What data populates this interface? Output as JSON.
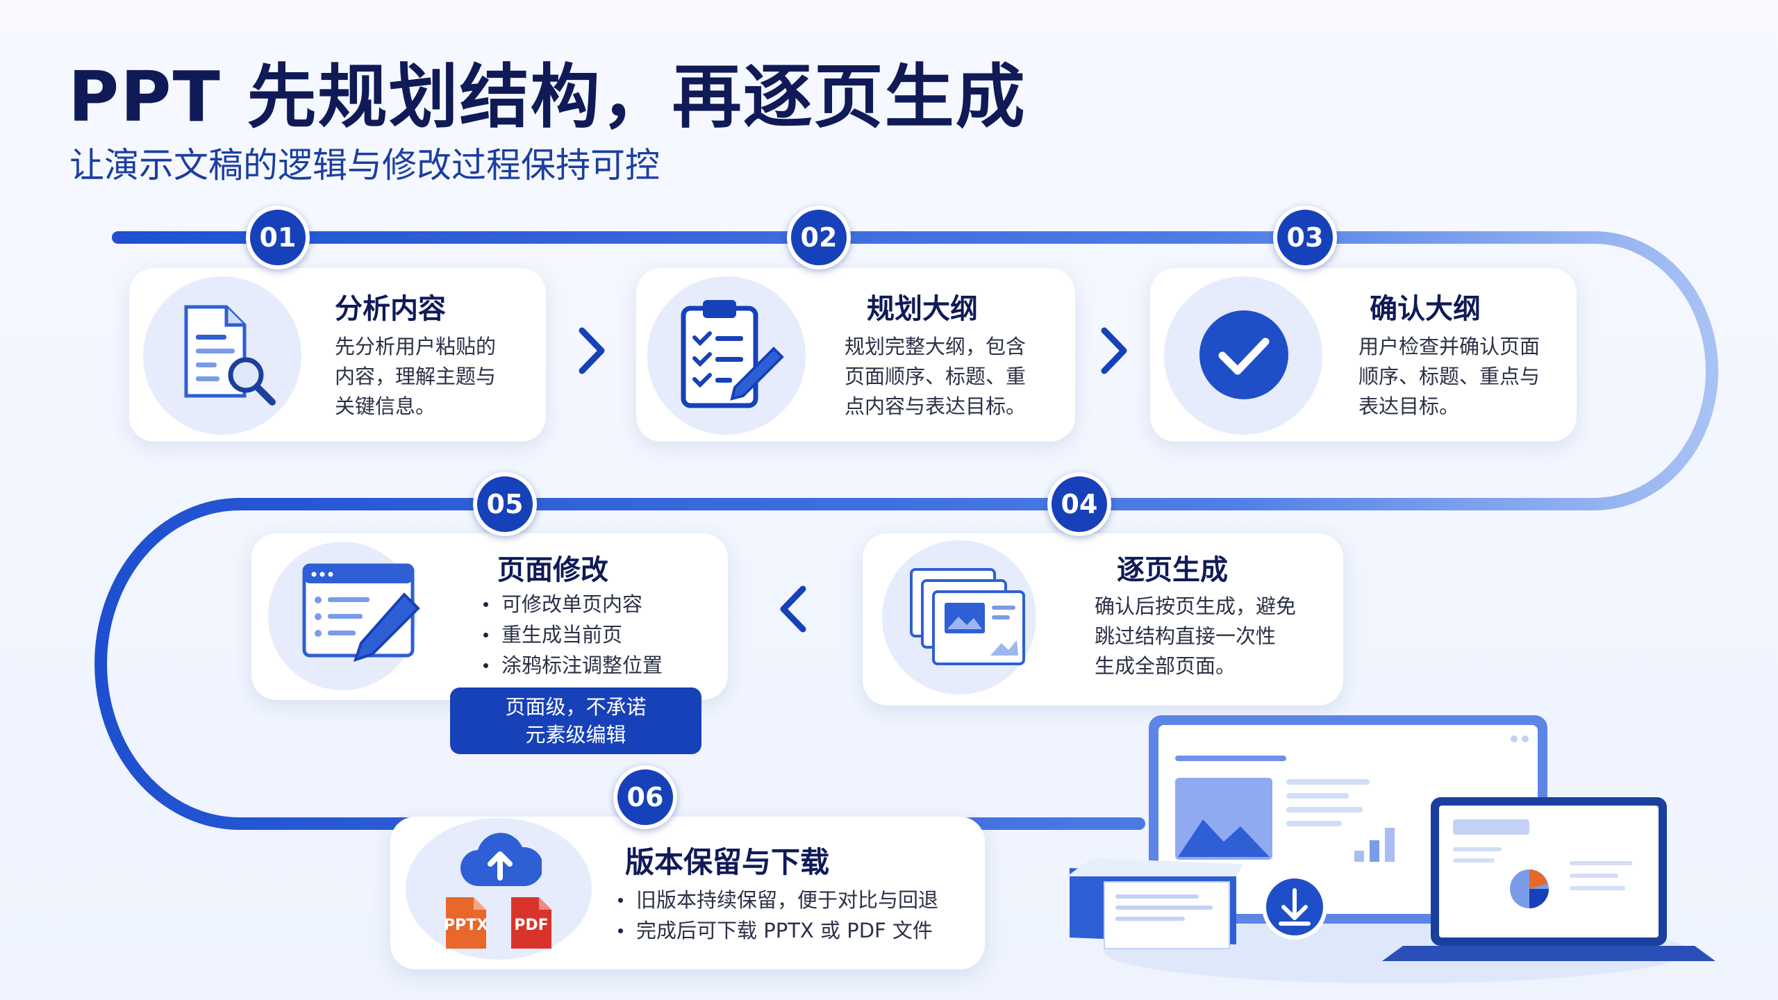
{
  "title": "PPT 先规划结构，再逐页生成",
  "subtitle": "让演示文稿的逻辑与修改过程保持可控",
  "steps": [
    {
      "num": "01",
      "title": "分析内容",
      "desc": [
        "先分析用户粘贴的",
        "内容，理解主题与",
        "关键信息。"
      ],
      "icon": "document-search-icon"
    },
    {
      "num": "02",
      "title": "规划大纲",
      "desc": [
        "规划完整大纲，包含",
        "页面顺序、标题、重",
        "点内容与表达目标。"
      ],
      "icon": "clipboard-checklist-icon"
    },
    {
      "num": "03",
      "title": "确认大纲",
      "desc": [
        "用户检查并确认页面",
        "顺序、标题、重点与",
        "表达目标。"
      ],
      "icon": "checkmark-circle-icon"
    },
    {
      "num": "04",
      "title": "逐页生成",
      "desc": [
        "确认后按页生成，避免",
        "跳过结构直接一次性",
        "生成全部页面。"
      ],
      "icon": "slides-stack-icon"
    },
    {
      "num": "05",
      "title": "页面修改",
      "bullets": [
        "可修改单页内容",
        "重生成当前页",
        "涂鸦标注调整位置"
      ],
      "note": [
        "页面级，不承诺",
        "元素级编辑"
      ],
      "icon": "browser-edit-icon"
    },
    {
      "num": "06",
      "title": "版本保留与下载",
      "bullets": [
        "旧版本持续保留，便于对比与回退",
        "完成后可下载 PPTX 或 PDF 文件"
      ],
      "icon": "cloud-upload-icon",
      "files": [
        "PPTX",
        "PDF"
      ]
    }
  ],
  "colors": {
    "primary": "#1741b8",
    "title": "#0f1a57",
    "path": "#2a5bd7",
    "pptx": "#e8672a",
    "pdf": "#d9342b"
  }
}
